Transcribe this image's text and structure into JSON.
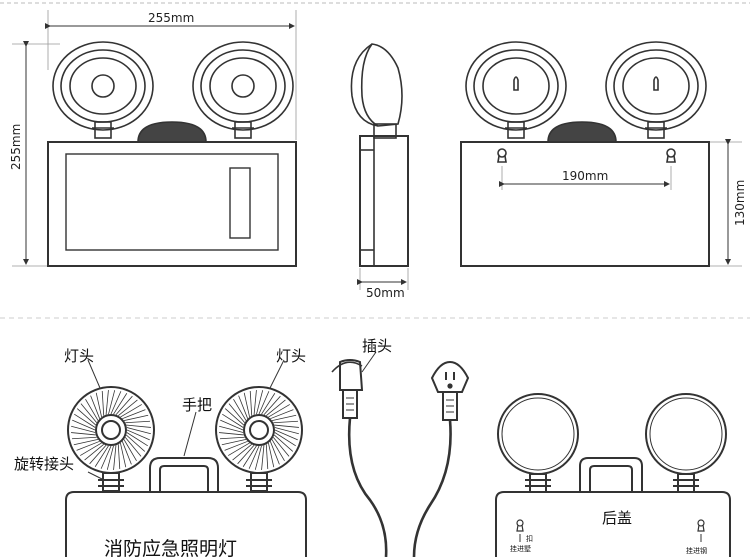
{
  "dimensions": {
    "width_top": "255mm",
    "height_left": "255mm",
    "depth": "50mm",
    "hole_spacing": "190mm",
    "height_right": "130mm"
  },
  "labels": {
    "lamp_head_left": "灯头",
    "lamp_head_right": "灯头",
    "handle": "手把",
    "swivel_joint": "旋转接头",
    "plug": "插头",
    "box_text": "消防应急照明灯",
    "back_cover": "后盖",
    "hang_left_1": "扣",
    "hang_left_2": "挂进墅",
    "hang_right": "挂进钢"
  }
}
